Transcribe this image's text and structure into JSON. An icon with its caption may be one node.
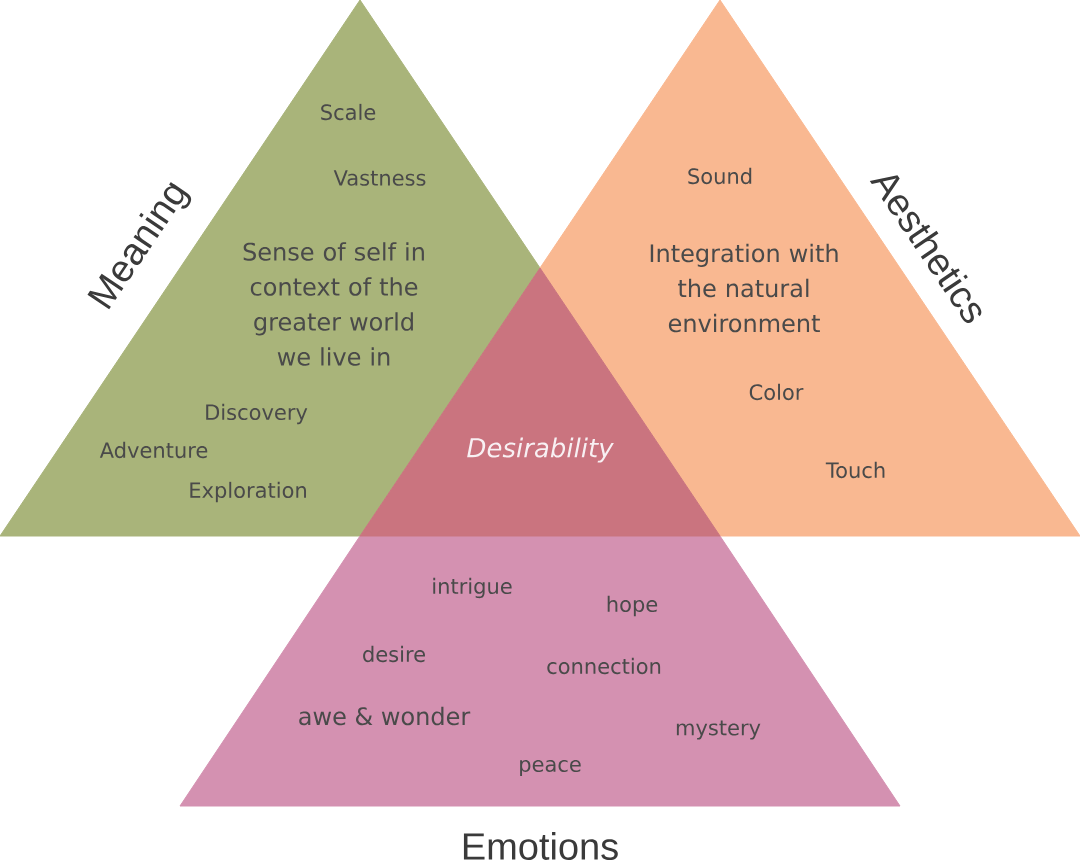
{
  "diagram": {
    "nodes": [
      {
        "text": [
          "Meaning",
          "Scale",
          "Vastness",
          "Sense of self in context of the greater world we live in",
          "Discovery",
          "Adventure",
          "Exploration"
        ]
      },
      {
        "text": [
          "Aesthetics",
          "Sound",
          "Integration with the natural environment",
          "Color",
          "Touch"
        ]
      },
      {
        "text": [
          "Desirability"
        ]
      },
      {
        "text": [
          "Emotions",
          "intrigue",
          "hope",
          "desire",
          "connection",
          "awe & wonder",
          "mystery",
          "peace"
        ]
      }
    ]
  }
}
